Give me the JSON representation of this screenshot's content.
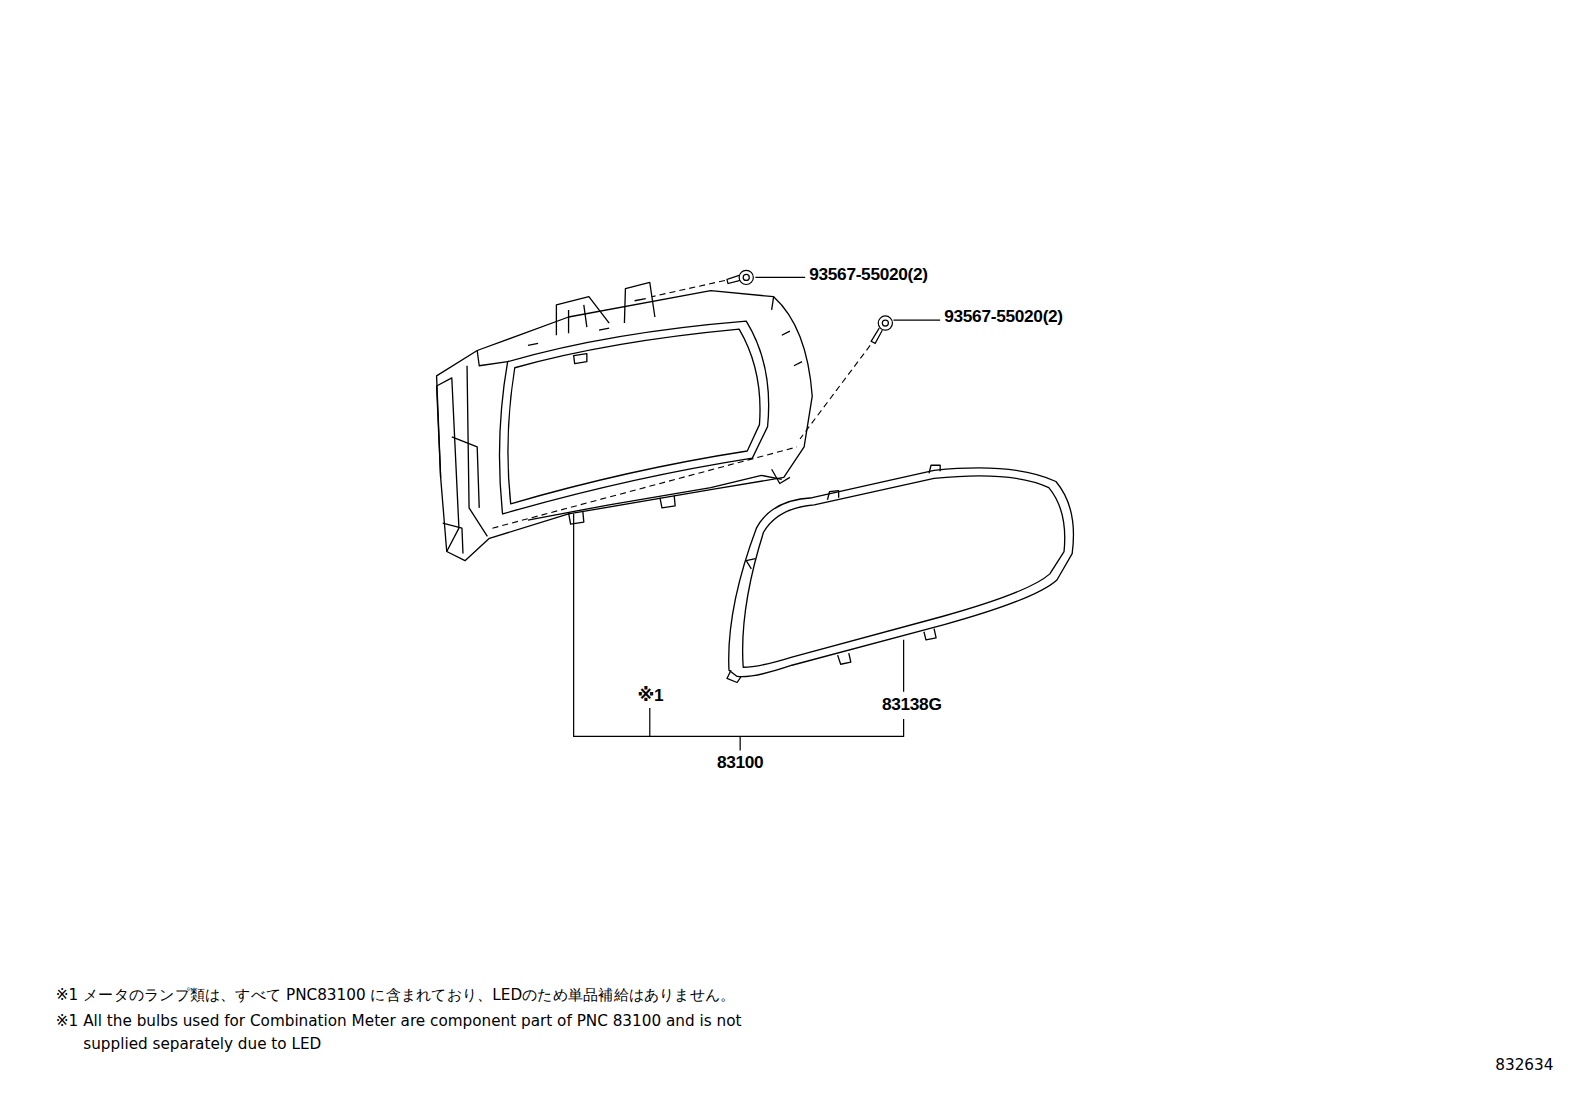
{
  "diagram": {
    "labels": [
      "93567-55020(2)",
      "93567-55020(2)",
      "※1",
      "83138G",
      "83100",
      "※1 メータのランプ類は、すべて PNC83100 に含まれており、LEDのため単品補給はありません。",
      "※1 All the bulbs used for Combination Meter are component part of PNC 83100 and is not supplied separately due to LED",
      "832634"
    ]
  }
}
